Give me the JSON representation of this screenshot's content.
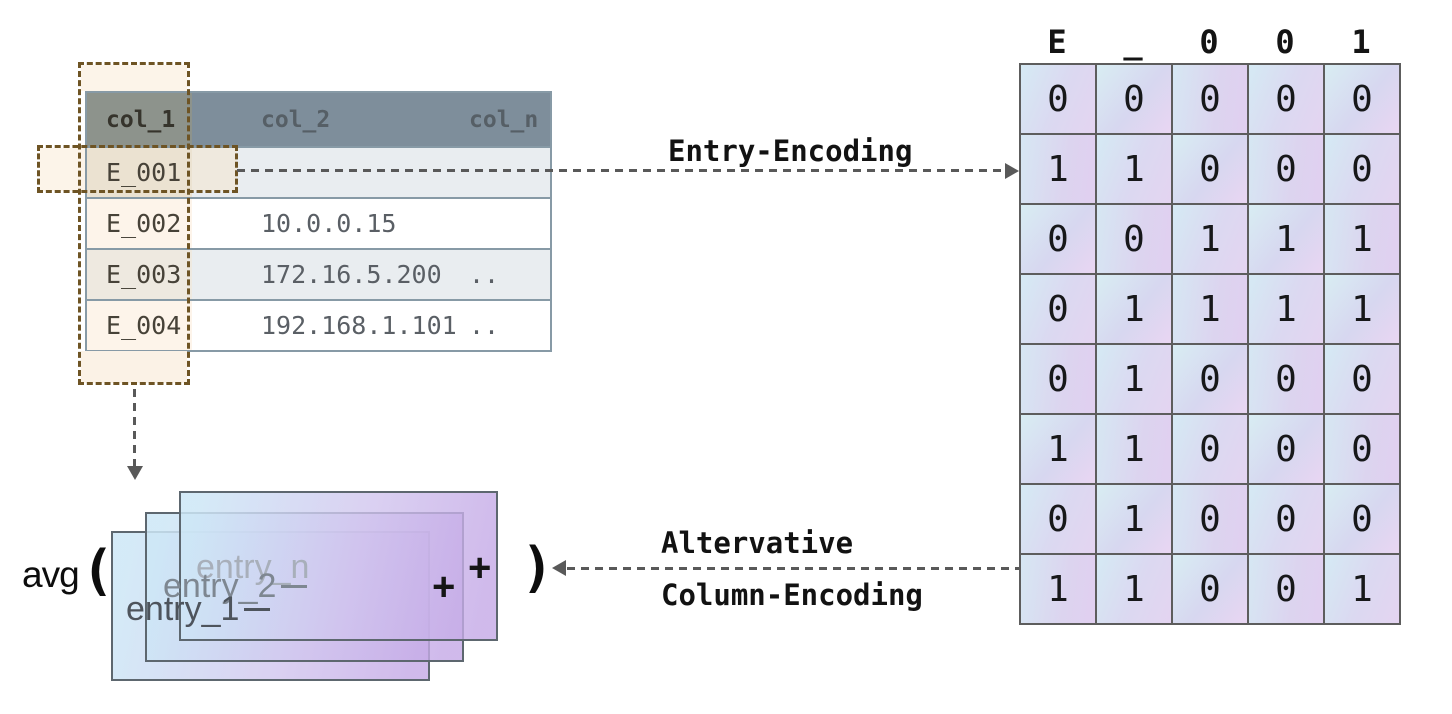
{
  "source_table": {
    "columns": [
      "col_1",
      "col_2",
      "col_n"
    ],
    "rows": [
      {
        "col_1": "E_001",
        "col_2": "",
        "col_n": ""
      },
      {
        "col_1": "E_002",
        "col_2": "10.0.0.15",
        "col_n": ""
      },
      {
        "col_1": "E_003",
        "col_2": "172.16.5.200",
        "col_n": ".."
      },
      {
        "col_1": "E_004",
        "col_2": "192.168.1.101",
        "col_n": ".."
      }
    ]
  },
  "arrows": {
    "entry_encoding_label": "Entry-Encoding",
    "column_encoding_label_line1": "Altervative",
    "column_encoding_label_line2": "Column-Encoding"
  },
  "encoding_matrix": {
    "header": [
      "E",
      "_",
      "0",
      "0",
      "1"
    ],
    "rows": [
      [
        0,
        0,
        0,
        0,
        0
      ],
      [
        1,
        1,
        0,
        0,
        0
      ],
      [
        0,
        0,
        1,
        1,
        1
      ],
      [
        0,
        1,
        1,
        1,
        1
      ],
      [
        0,
        1,
        0,
        0,
        0
      ],
      [
        1,
        1,
        0,
        0,
        0
      ],
      [
        0,
        1,
        0,
        0,
        0
      ],
      [
        1,
        1,
        0,
        0,
        1
      ]
    ]
  },
  "aggregation": {
    "function_name": "avg",
    "open_paren": "(",
    "close_paren": ")",
    "plus_signs": [
      "+",
      "+"
    ],
    "layers": [
      {
        "label": "entry_1",
        "text_color": "#4e545c"
      },
      {
        "label": "entry_2",
        "text_color": "#7e8791"
      },
      {
        "label": "entry_n",
        "text_color": "#a8afba"
      }
    ]
  },
  "palette": {
    "table_header": "#7e8e9b",
    "table_row_alt": "#e9edf0",
    "highlight_cream": "#fcf4e9",
    "dashed_box_brown": "#6e5424",
    "matrix_cell_blue": "#d6ebf4",
    "matrix_cell_purple": "#e5d4f1",
    "arrow_gray": "#595959"
  }
}
